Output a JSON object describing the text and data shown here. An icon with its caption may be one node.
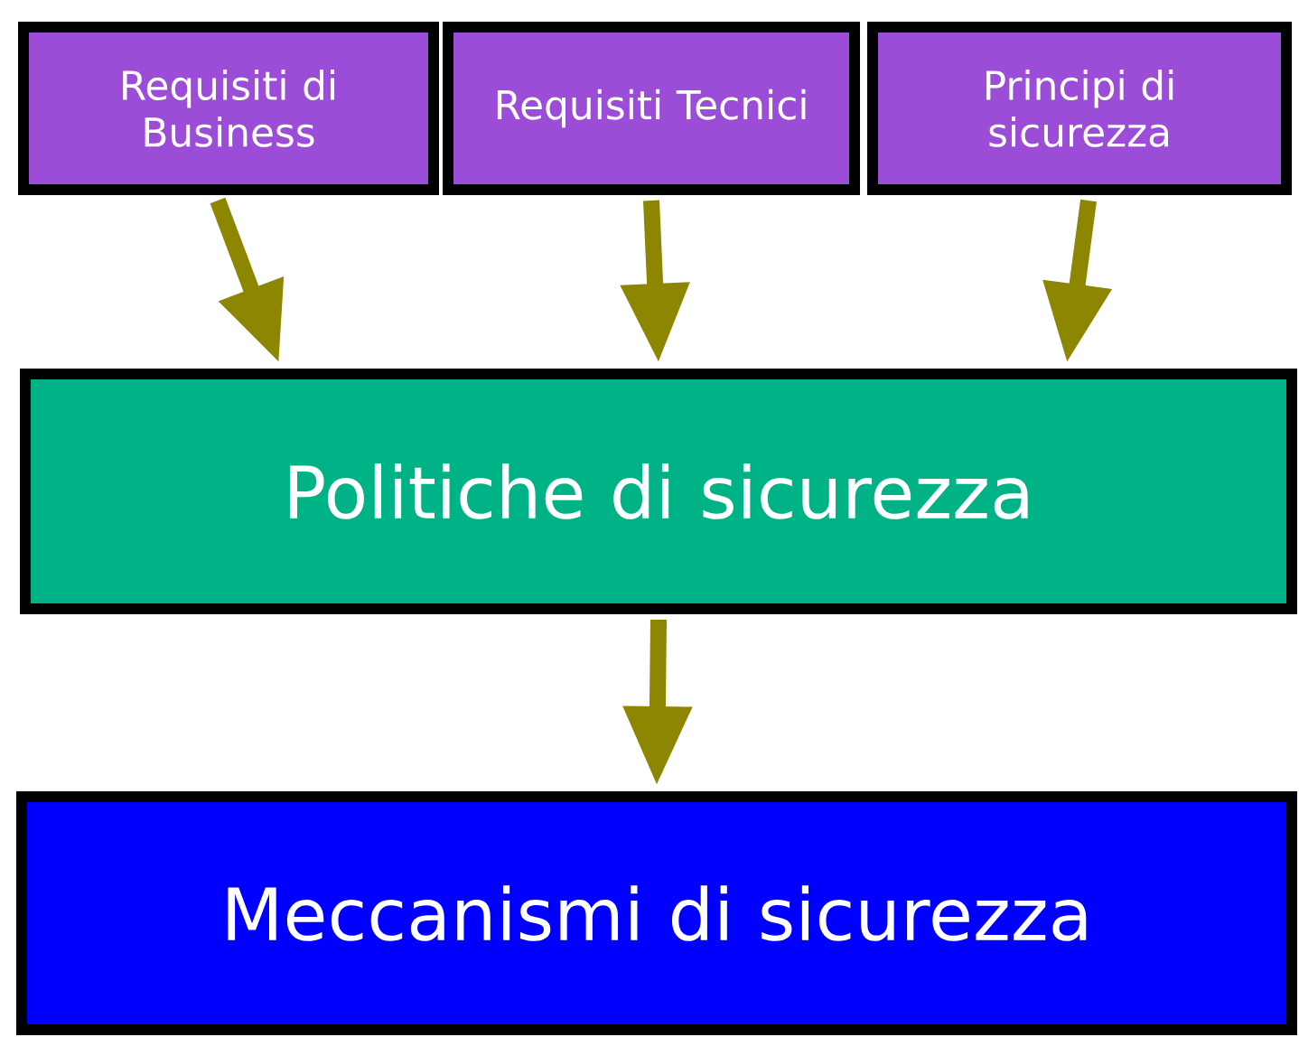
{
  "diagram": {
    "nodes": [
      {
        "text": [
          "Requisiti di Business"
        ]
      },
      {
        "text": [
          "Requisiti Tecnici"
        ]
      },
      {
        "text": [
          "Principi di sicurezza"
        ]
      },
      {
        "text": [
          "Politiche di sicurezza"
        ]
      },
      {
        "text": [
          "Meccanismi di sicurezza"
        ]
      }
    ],
    "edges": [
      {
        "from": 0,
        "to": 3,
        "arrow": "to"
      },
      {
        "from": 1,
        "to": 3,
        "arrow": "to"
      },
      {
        "from": 2,
        "to": 3,
        "arrow": "to"
      },
      {
        "from": 3,
        "to": 4,
        "arrow": "to"
      }
    ]
  }
}
